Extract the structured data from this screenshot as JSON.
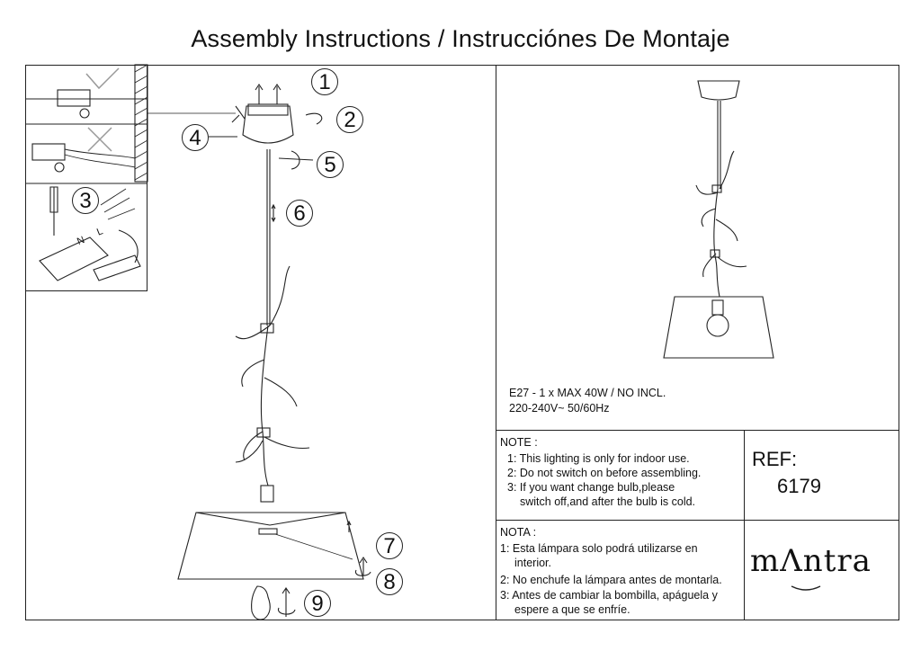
{
  "title": "Assembly Instructions / Instrucciónes De Montaje",
  "spec": {
    "line1": "E27 - 1 x MAX 40W /  NO INCL.",
    "line2": "220-240V~ 50/60Hz"
  },
  "note_en": {
    "heading": "NOTE :",
    "items": [
      "1: This lighting is only for indoor use.",
      "2: Do not switch on before assembling.",
      "3: If you want change bulb,please",
      "switch off,and after the bulb is cold."
    ]
  },
  "note_es": {
    "heading": "NOTA :",
    "items": [
      "1: Esta lámpara solo podrá utilizarse en",
      "interior.",
      "2: No enchufe la lámpara antes de montarla.",
      "3: Antes de cambiar la bombilla, apáguela y",
      "espere a que se enfríe."
    ]
  },
  "ref": {
    "label": "REF:",
    "number": "6179"
  },
  "brand": "mΛntra",
  "steps": [
    "1",
    "2",
    "3",
    "4",
    "5",
    "6",
    "7",
    "8",
    "9"
  ],
  "inset_letters": [
    "N",
    "L"
  ]
}
